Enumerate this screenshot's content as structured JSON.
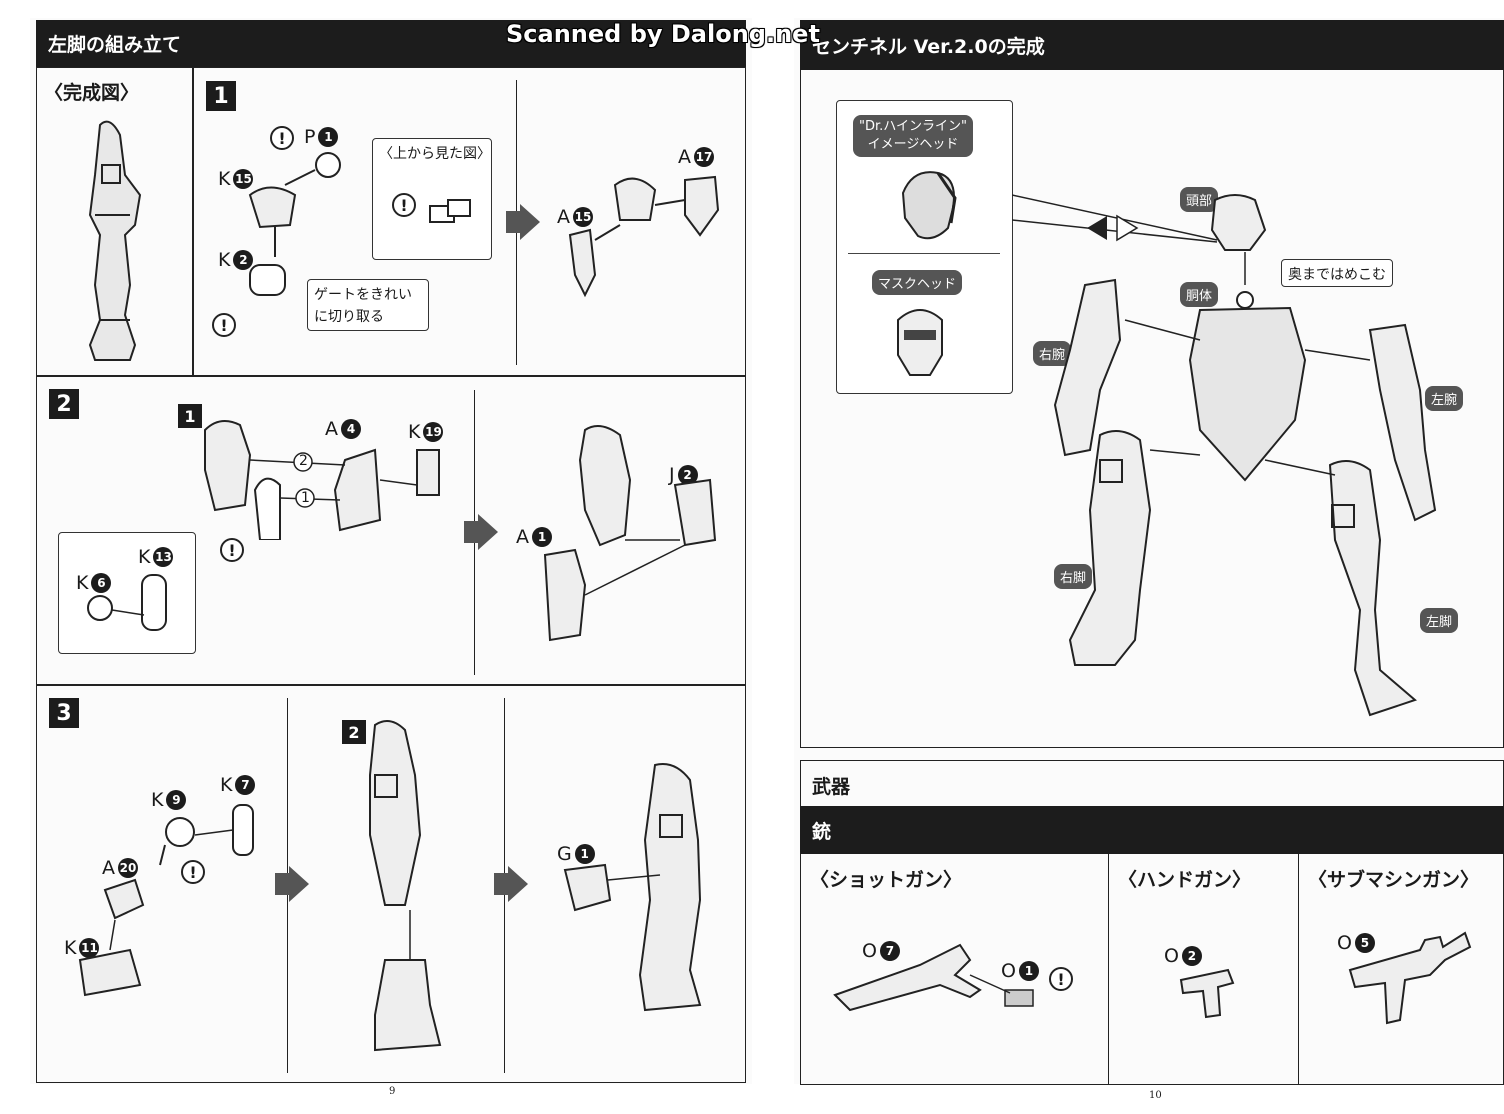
{
  "watermark": "Scanned by Dalong.net",
  "left_page": {
    "title": "左脚の組み立て",
    "completed_label": "〈完成図〉",
    "page_number": "9",
    "step1": {
      "number": "1",
      "parts": {
        "p1": "P",
        "p1_num": "1",
        "k15": "K",
        "k15_num": "15",
        "k2": "K",
        "k2_num": "2",
        "a15": "A",
        "a15_num": "15",
        "a17": "A",
        "a17_num": "17"
      },
      "top_view_label": "〈上から見た図〉",
      "gate_note_line1": "ゲートをきれい",
      "gate_note_line2": "に切り取る"
    },
    "step2": {
      "number": "2",
      "ref_step": "1",
      "parts": {
        "a4": "A",
        "a4_num": "4",
        "k19": "K",
        "k19_num": "19",
        "k13": "K",
        "k13_num": "13",
        "k6": "K",
        "k6_num": "6",
        "a1": "A",
        "a1_num": "1",
        "j2": "J",
        "j2_num": "2"
      },
      "order1": "1",
      "order2": "2"
    },
    "step3": {
      "number": "3",
      "ref_step": "2",
      "parts": {
        "k9": "K",
        "k9_num": "9",
        "k7": "K",
        "k7_num": "7",
        "a20": "A",
        "a20_num": "20",
        "k11": "K",
        "k11_num": "11",
        "g1": "G",
        "g1_num": "1"
      }
    }
  },
  "right_page": {
    "title": "センチネル Ver.2.0の完成",
    "page_number": "10",
    "head_options": {
      "option1_line1": "\"Dr.ハインライン\"",
      "option1_line2": "イメージヘッド",
      "option2": "マスクヘッド"
    },
    "labels": {
      "head": "頭部",
      "torso": "胴体",
      "right_arm": "右腕",
      "left_arm": "左腕",
      "right_leg": "右脚",
      "left_leg": "左脚",
      "insert_note": "奥まではめこむ"
    },
    "weapons_title": "武器",
    "guns_title": "銃",
    "guns": [
      {
        "name": "〈ショットガン〉",
        "parts": [
          {
            "letter": "O",
            "num": "7"
          },
          {
            "letter": "O",
            "num": "1"
          }
        ]
      },
      {
        "name": "〈ハンドガン〉",
        "parts": [
          {
            "letter": "O",
            "num": "2"
          }
        ]
      },
      {
        "name": "〈サブマシンガン〉",
        "parts": [
          {
            "letter": "O",
            "num": "5"
          }
        ]
      }
    ]
  }
}
